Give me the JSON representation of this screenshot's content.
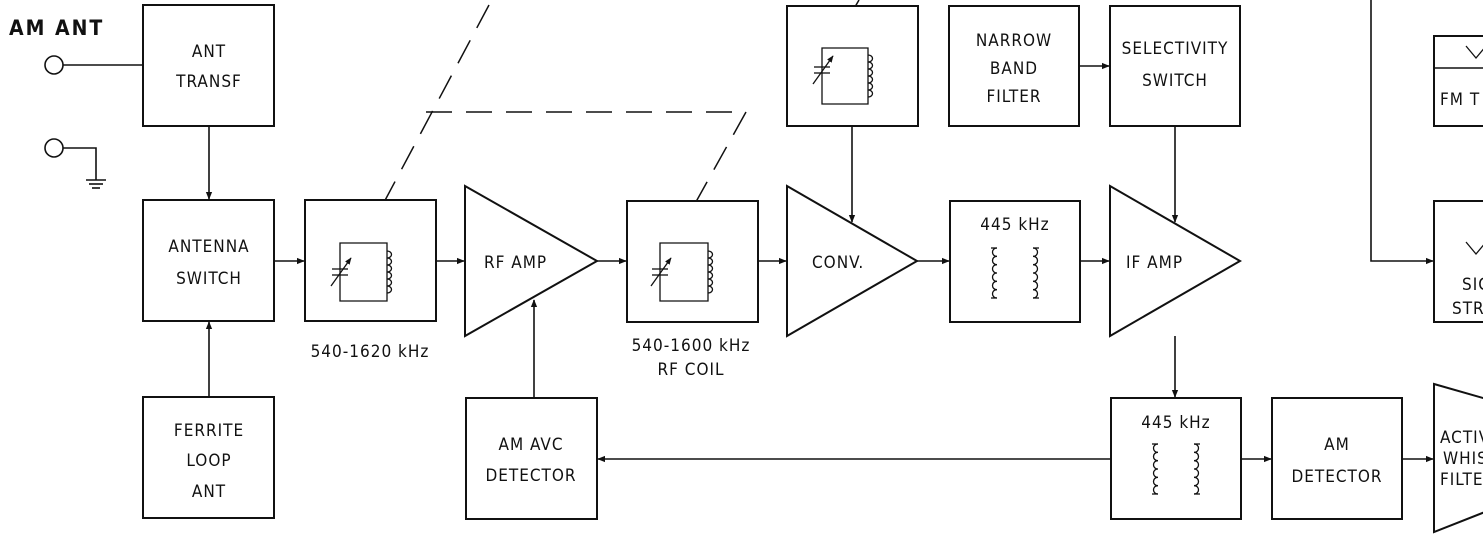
{
  "title": "AM ANT",
  "blocks": {
    "ant_transf": [
      "ANT",
      "TRANSF"
    ],
    "antenna_switch": [
      "ANTENNA",
      "SWITCH"
    ],
    "ferrite_loop_ant": [
      "FERRITE",
      "LOOP",
      "ANT"
    ],
    "rf_amp": "RF AMP",
    "am_avc_detector": [
      "AM AVC",
      "DETECTOR"
    ],
    "conv": "CONV.",
    "narrow_band_filter": [
      "NARROW",
      "BAND",
      "FILTER"
    ],
    "selectivity_switch": [
      "SELECTIVITY",
      "SWITCH"
    ],
    "if_amp": "IF AMP",
    "if_filter_upper": "445 kHz",
    "if_filter_lower": "445 kHz",
    "am_detector": [
      "AM",
      "DETECTOR"
    ],
    "fm_partial": "FM T",
    "signal_strength_partial": [
      "SIG",
      "STR"
    ],
    "active_whistle_filter_partial": [
      "ACTIV",
      "WHIS",
      "FILTE"
    ]
  },
  "labels": {
    "ant_tuning_range": "540-1620 kHz",
    "rf_coil_range": "540-1600 kHz",
    "rf_coil": "RF COIL"
  }
}
